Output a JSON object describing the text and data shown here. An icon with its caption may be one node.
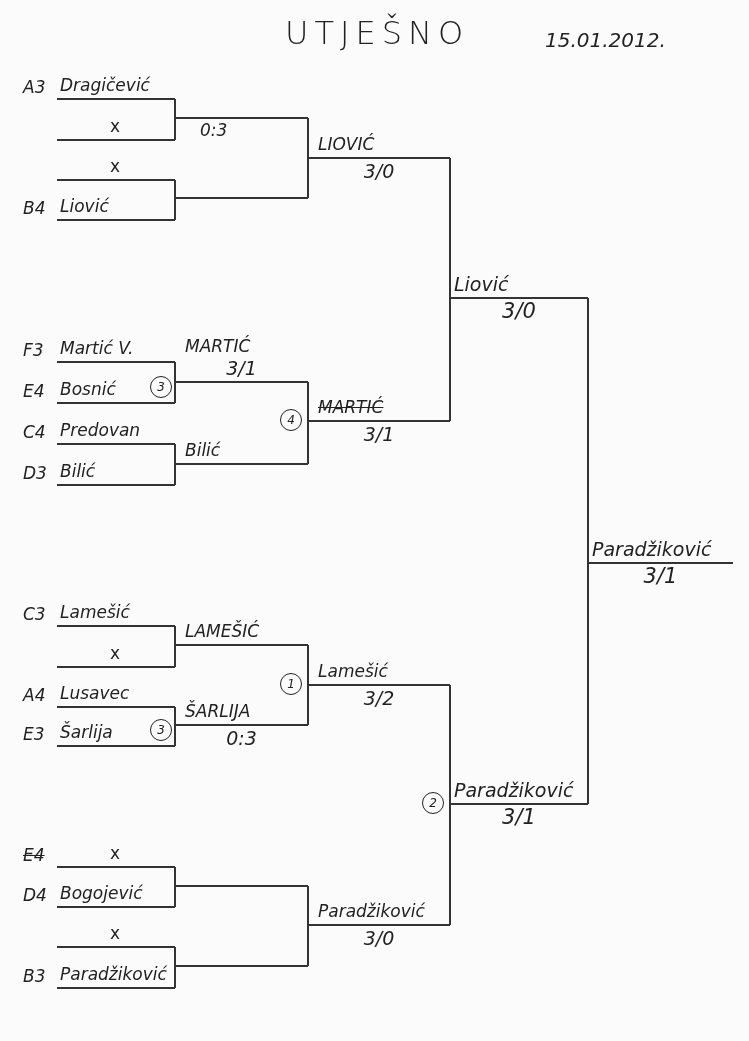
{
  "diagram": {
    "title": "UTJEŠNO",
    "nodes": [
      {
        "text": [
          "Dragičević"
        ],
        "beside": [
          "A3"
        ]
      },
      {
        "text": [
          "x"
        ]
      },
      {
        "text": [
          "x"
        ]
      },
      {
        "text": [
          "Liović"
        ],
        "beside": [
          "B4"
        ]
      },
      {
        "text": [
          "Martić V."
        ],
        "beside": [
          "F3"
        ]
      },
      {
        "text": [
          "Bosnić"
        ],
        "beside": [
          "E4"
        ]
      },
      {
        "text": [
          "Predovan"
        ],
        "beside": [
          "C4"
        ]
      },
      {
        "text": [
          "Bilić"
        ],
        "beside": [
          "D3"
        ]
      },
      {
        "text": [
          "Lamešić"
        ],
        "beside": [
          "C3"
        ]
      },
      {
        "text": [
          "x"
        ]
      },
      {
        "text": [
          "Lusavec"
        ],
        "beside": [
          "A4"
        ]
      },
      {
        "text": [
          "Šarlija"
        ],
        "beside": [
          "E3"
        ]
      },
      {
        "text": [
          "x"
        ],
        "beside": [
          "E4"
        ]
      },
      {
        "text": [
          "Bogojević"
        ],
        "beside": [
          "D4"
        ]
      },
      {
        "text": [
          "x"
        ]
      },
      {
        "text": [
          "Paradžiković"
        ],
        "beside": [
          "B3"
        ]
      },
      {
        "text": [],
        "shape": "line"
      },
      {
        "text": [],
        "shape": "line"
      },
      {
        "text": [
          "MARTIĆ",
          "3/1"
        ]
      },
      {
        "text": [
          "Bilić"
        ]
      },
      {
        "text": [
          "LAMEŠIĆ"
        ]
      },
      {
        "text": [
          "ŠARLIJA",
          "0:3"
        ]
      },
      {
        "text": [],
        "shape": "line"
      },
      {
        "text": [],
        "shape": "line"
      },
      {
        "text": [
          "LIOVIĆ",
          "3/0"
        ]
      },
      {
        "text": [
          "MARTIĆ",
          "3/1"
        ],
        "beside": [
          "4"
        ]
      },
      {
        "text": [
          "Lamešić",
          "3/2"
        ],
        "beside": [
          "1"
        ]
      },
      {
        "text": [
          "Paradžiković",
          "3/0"
        ]
      },
      {
        "text": [
          "Liović",
          "3/0"
        ]
      },
      {
        "text": [
          "Paradžiković",
          "3/1"
        ],
        "beside": [
          "2"
        ]
      },
      {
        "text": [
          "Paradžiković",
          "3/1"
        ]
      }
    ],
    "edges": [
      {
        "from": 0,
        "to": 16,
        "arrow": "none"
      },
      {
        "from": 1,
        "to": 16,
        "arrow": "none"
      },
      {
        "from": 2,
        "to": 17,
        "arrow": "none"
      },
      {
        "from": 3,
        "to": 17,
        "arrow": "none"
      },
      {
        "from": 4,
        "to": 18,
        "arrow": "none"
      },
      {
        "from": 5,
        "to": 18,
        "arrow": "none"
      },
      {
        "from": 6,
        "to": 19,
        "arrow": "none"
      },
      {
        "from": 7,
        "to": 19,
        "arrow": "none"
      },
      {
        "from": 8,
        "to": 20,
        "arrow": "none"
      },
      {
        "from": 9,
        "to": 20,
        "arrow": "none"
      },
      {
        "from": 10,
        "to": 21,
        "arrow": "none"
      },
      {
        "from": 11,
        "to": 21,
        "arrow": "none"
      },
      {
        "from": 12,
        "to": 22,
        "arrow": "none"
      },
      {
        "from": 13,
        "to": 22,
        "arrow": "none"
      },
      {
        "from": 14,
        "to": 23,
        "arrow": "none"
      },
      {
        "from": 15,
        "to": 23,
        "arrow": "none"
      },
      {
        "from": 16,
        "to": 24,
        "arrow": "none"
      },
      {
        "from": 17,
        "to": 24,
        "arrow": "none"
      },
      {
        "from": 18,
        "to": 25,
        "arrow": "none"
      },
      {
        "from": 19,
        "to": 25,
        "arrow": "none"
      },
      {
        "from": 20,
        "to": 26,
        "arrow": "none"
      },
      {
        "from": 21,
        "to": 26,
        "arrow": "none"
      },
      {
        "from": 22,
        "to": 27,
        "arrow": "none"
      },
      {
        "from": 23,
        "to": 27,
        "arrow": "none"
      },
      {
        "from": 24,
        "to": 28,
        "arrow": "none"
      },
      {
        "from": 25,
        "to": 28,
        "arrow": "none"
      },
      {
        "from": 26,
        "to": 29,
        "arrow": "none"
      },
      {
        "from": 27,
        "to": 29,
        "arrow": "none"
      },
      {
        "from": 28,
        "to": 30,
        "arrow": "none"
      },
      {
        "from": 29,
        "to": 30,
        "arrow": "none"
      }
    ],
    "labels": [
      "15.01.2012.",
      "0:3",
      "3",
      "3"
    ]
  }
}
